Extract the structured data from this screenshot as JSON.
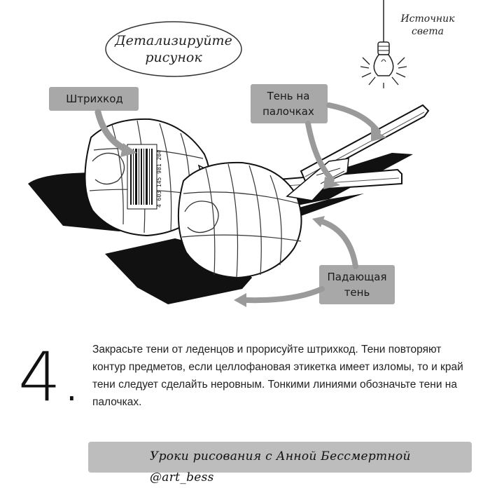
{
  "title_bubble": {
    "line1": "Детализируйте",
    "line2": "рисунок"
  },
  "light_source": {
    "line1": "Источник",
    "line2": "света",
    "icon": "light-bulb-icon"
  },
  "labels": {
    "barcode": "Штрихкод",
    "shadow_on_sticks_line1": "Тень на",
    "shadow_on_sticks_line2": "палочках",
    "falling_shadow_line1": "Падающая",
    "falling_shadow_line2": "тень"
  },
  "barcode_digits": "4 603 145 981 204",
  "step": {
    "number": "4.",
    "text": "Закрасьте тени от леденцов и прорисуйте штрихкод. Тени повторяют контур предметов, если целлофановая этикетка имеет изломы, то и край тени следует сделайть неровным. Тонкими линиями обозначьте тени на палочках."
  },
  "footer": {
    "text": "Уроки рисования с Анной Бессмертной @art_bess"
  },
  "colors": {
    "label_bg": "#a8a8a8",
    "footer_bg": "#bdbdbd",
    "ink": "#111111"
  }
}
